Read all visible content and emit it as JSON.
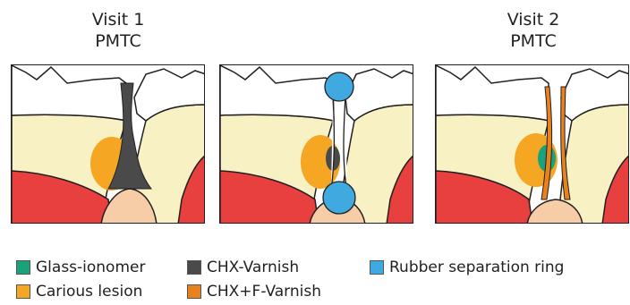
{
  "captions": {
    "visit1": {
      "line1": "Visit 1",
      "line2": "PMTC"
    },
    "visit2": {
      "line1": "Visit 2",
      "line2": "PMTC"
    }
  },
  "legend": {
    "glass_ionomer": {
      "label": "Glass-ionomer",
      "color": "#1aa37a"
    },
    "carious_lesion": {
      "label": "Carious lesion",
      "color": "#f5a623"
    },
    "chx_varnish": {
      "label": "CHX-Varnish",
      "color": "#4a4a4a"
    },
    "chx_f_varnish": {
      "label": "CHX+F-Varnish",
      "color": "#e8821e"
    },
    "rubber_ring": {
      "label": "Rubber separation ring",
      "color": "#3fa9e0"
    }
  },
  "colors": {
    "enamel": "#ffffff",
    "dentin": "#f7f1c4",
    "gingiva": "#e8403f",
    "papilla": "#f6cda6",
    "outline": "#231f20"
  }
}
